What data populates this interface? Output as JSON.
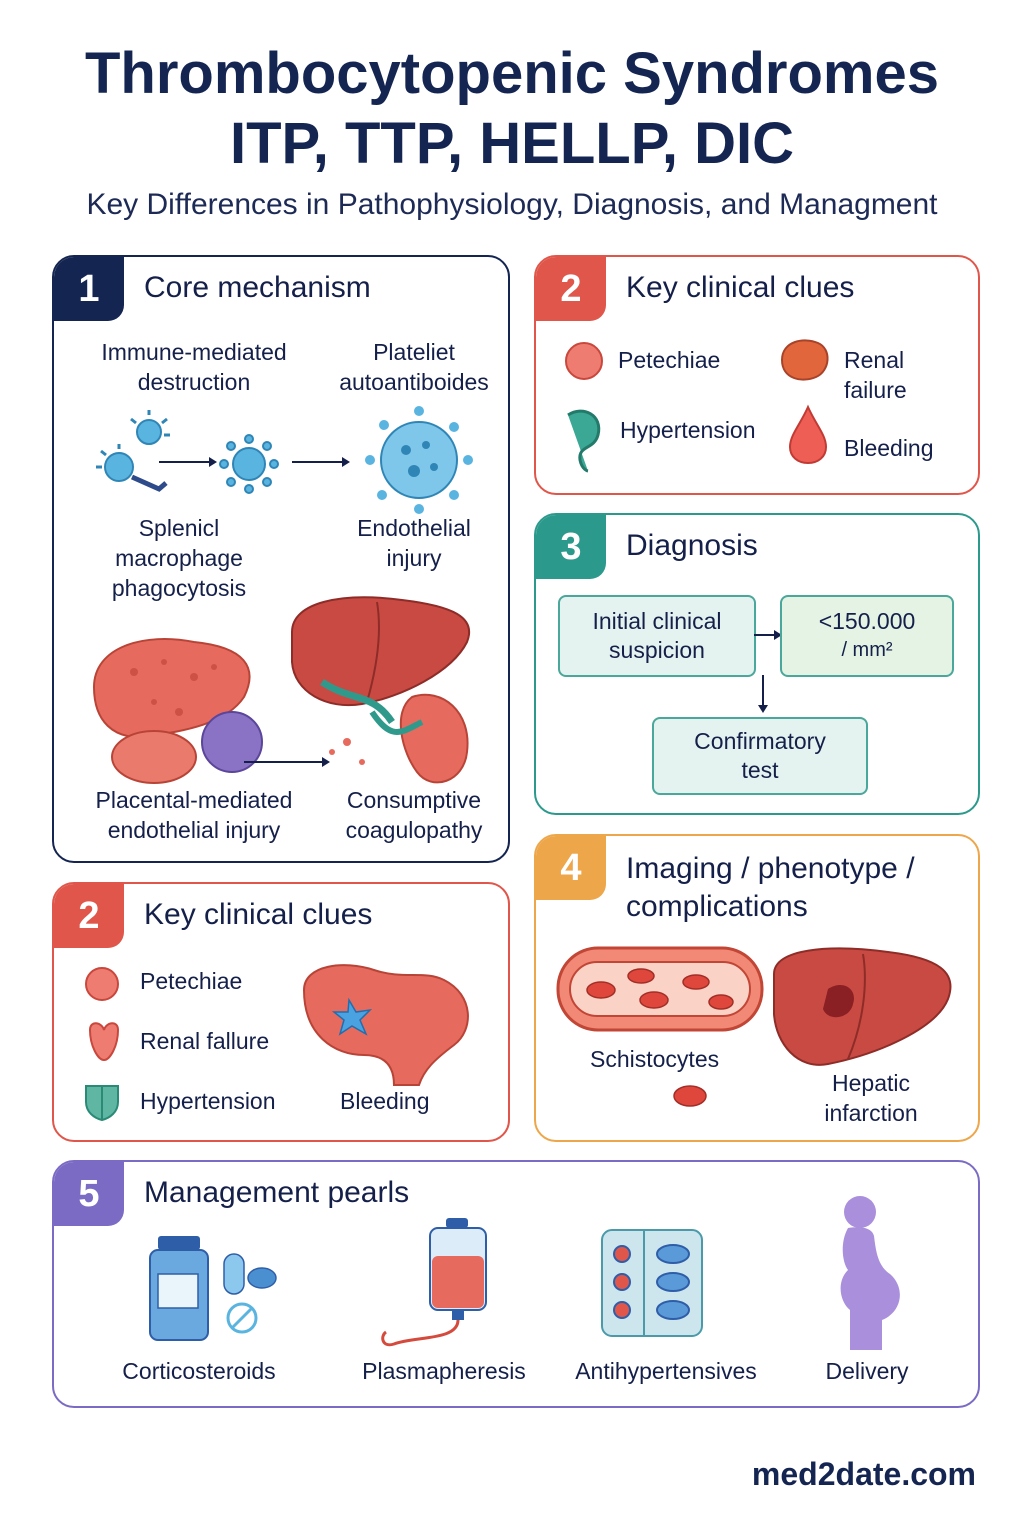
{
  "header": {
    "title_line1": "Thrombocytopenic Syndromes",
    "title_line2": "ITP, TTP, HELLP, DIC",
    "subtitle": "Key Differences in Pathophysiology, Diagnosis, and Managment"
  },
  "panel_core": {
    "number": "1",
    "heading": "Core mechanism",
    "immune_line1": "Immune-mediated",
    "immune_line2": "destruction",
    "plateliet_line1": "Plateliet",
    "plateliet_line2": "autoantiboides",
    "splenic_line1": "Splenicl",
    "splenic_line2": "macrophage",
    "splenic_line3": "phagocytosis",
    "endothelial_line1": "Endothelial",
    "endothelial_line2": "injury",
    "placental_line1": "Placental-mediated",
    "placental_line2": "endothelial injury",
    "consumptive_line1": "Consumptive",
    "consumptive_line2": "coagulopathy"
  },
  "panel_clues_top": {
    "number": "2",
    "heading": "Key clinical clues",
    "petechiae": "Petechiae",
    "renal_line1": "Renal",
    "renal_line2": "failure",
    "hypertension": "Hypertension",
    "bleeding": "Bleeding"
  },
  "panel_diagnosis": {
    "number": "3",
    "heading": "Diagnosis",
    "initial_line1": "Initial clinical",
    "initial_line2": "suspicion",
    "count_line1": "<150.000",
    "count_line2": "/ mm²",
    "confirm_line1": "Confirmatory",
    "confirm_line2": "test"
  },
  "panel_clues_bottom": {
    "number": "2",
    "heading": "Key clinical clues",
    "petechiae": "Petechiae",
    "renal": "Renal fallure",
    "hypertension": "Hypertension",
    "bleeding": "Bleeding"
  },
  "panel_imaging": {
    "number": "4",
    "heading_line1": "Imaging / phenotype /",
    "heading_line2": "complications",
    "schistocytes": "Schistocytes",
    "hepatic_line1": "Hepatic",
    "hepatic_line2": "infarction"
  },
  "panel_management": {
    "number": "5",
    "heading": "Management pearls",
    "items": [
      "Corticosteroids",
      "Plasmapheresis",
      "Antihypertensives",
      "Delivery"
    ]
  },
  "footer": {
    "site": "med2date.com"
  },
  "colors": {
    "navy": "#142552",
    "red": "#e0564a",
    "teal": "#2b9a8c",
    "orange": "#eea64a",
    "purple": "#7c6bc4",
    "blue_cell": "#5ab4e0"
  },
  "icons": [
    "virus-icon",
    "lymphocyte-icon",
    "liver-icon",
    "spleen-icon",
    "kidney-icon",
    "blood-drop-icon",
    "heart-icon",
    "pill-bottle-icon",
    "iv-bag-icon",
    "blister-pack-icon",
    "pregnant-woman-icon"
  ]
}
